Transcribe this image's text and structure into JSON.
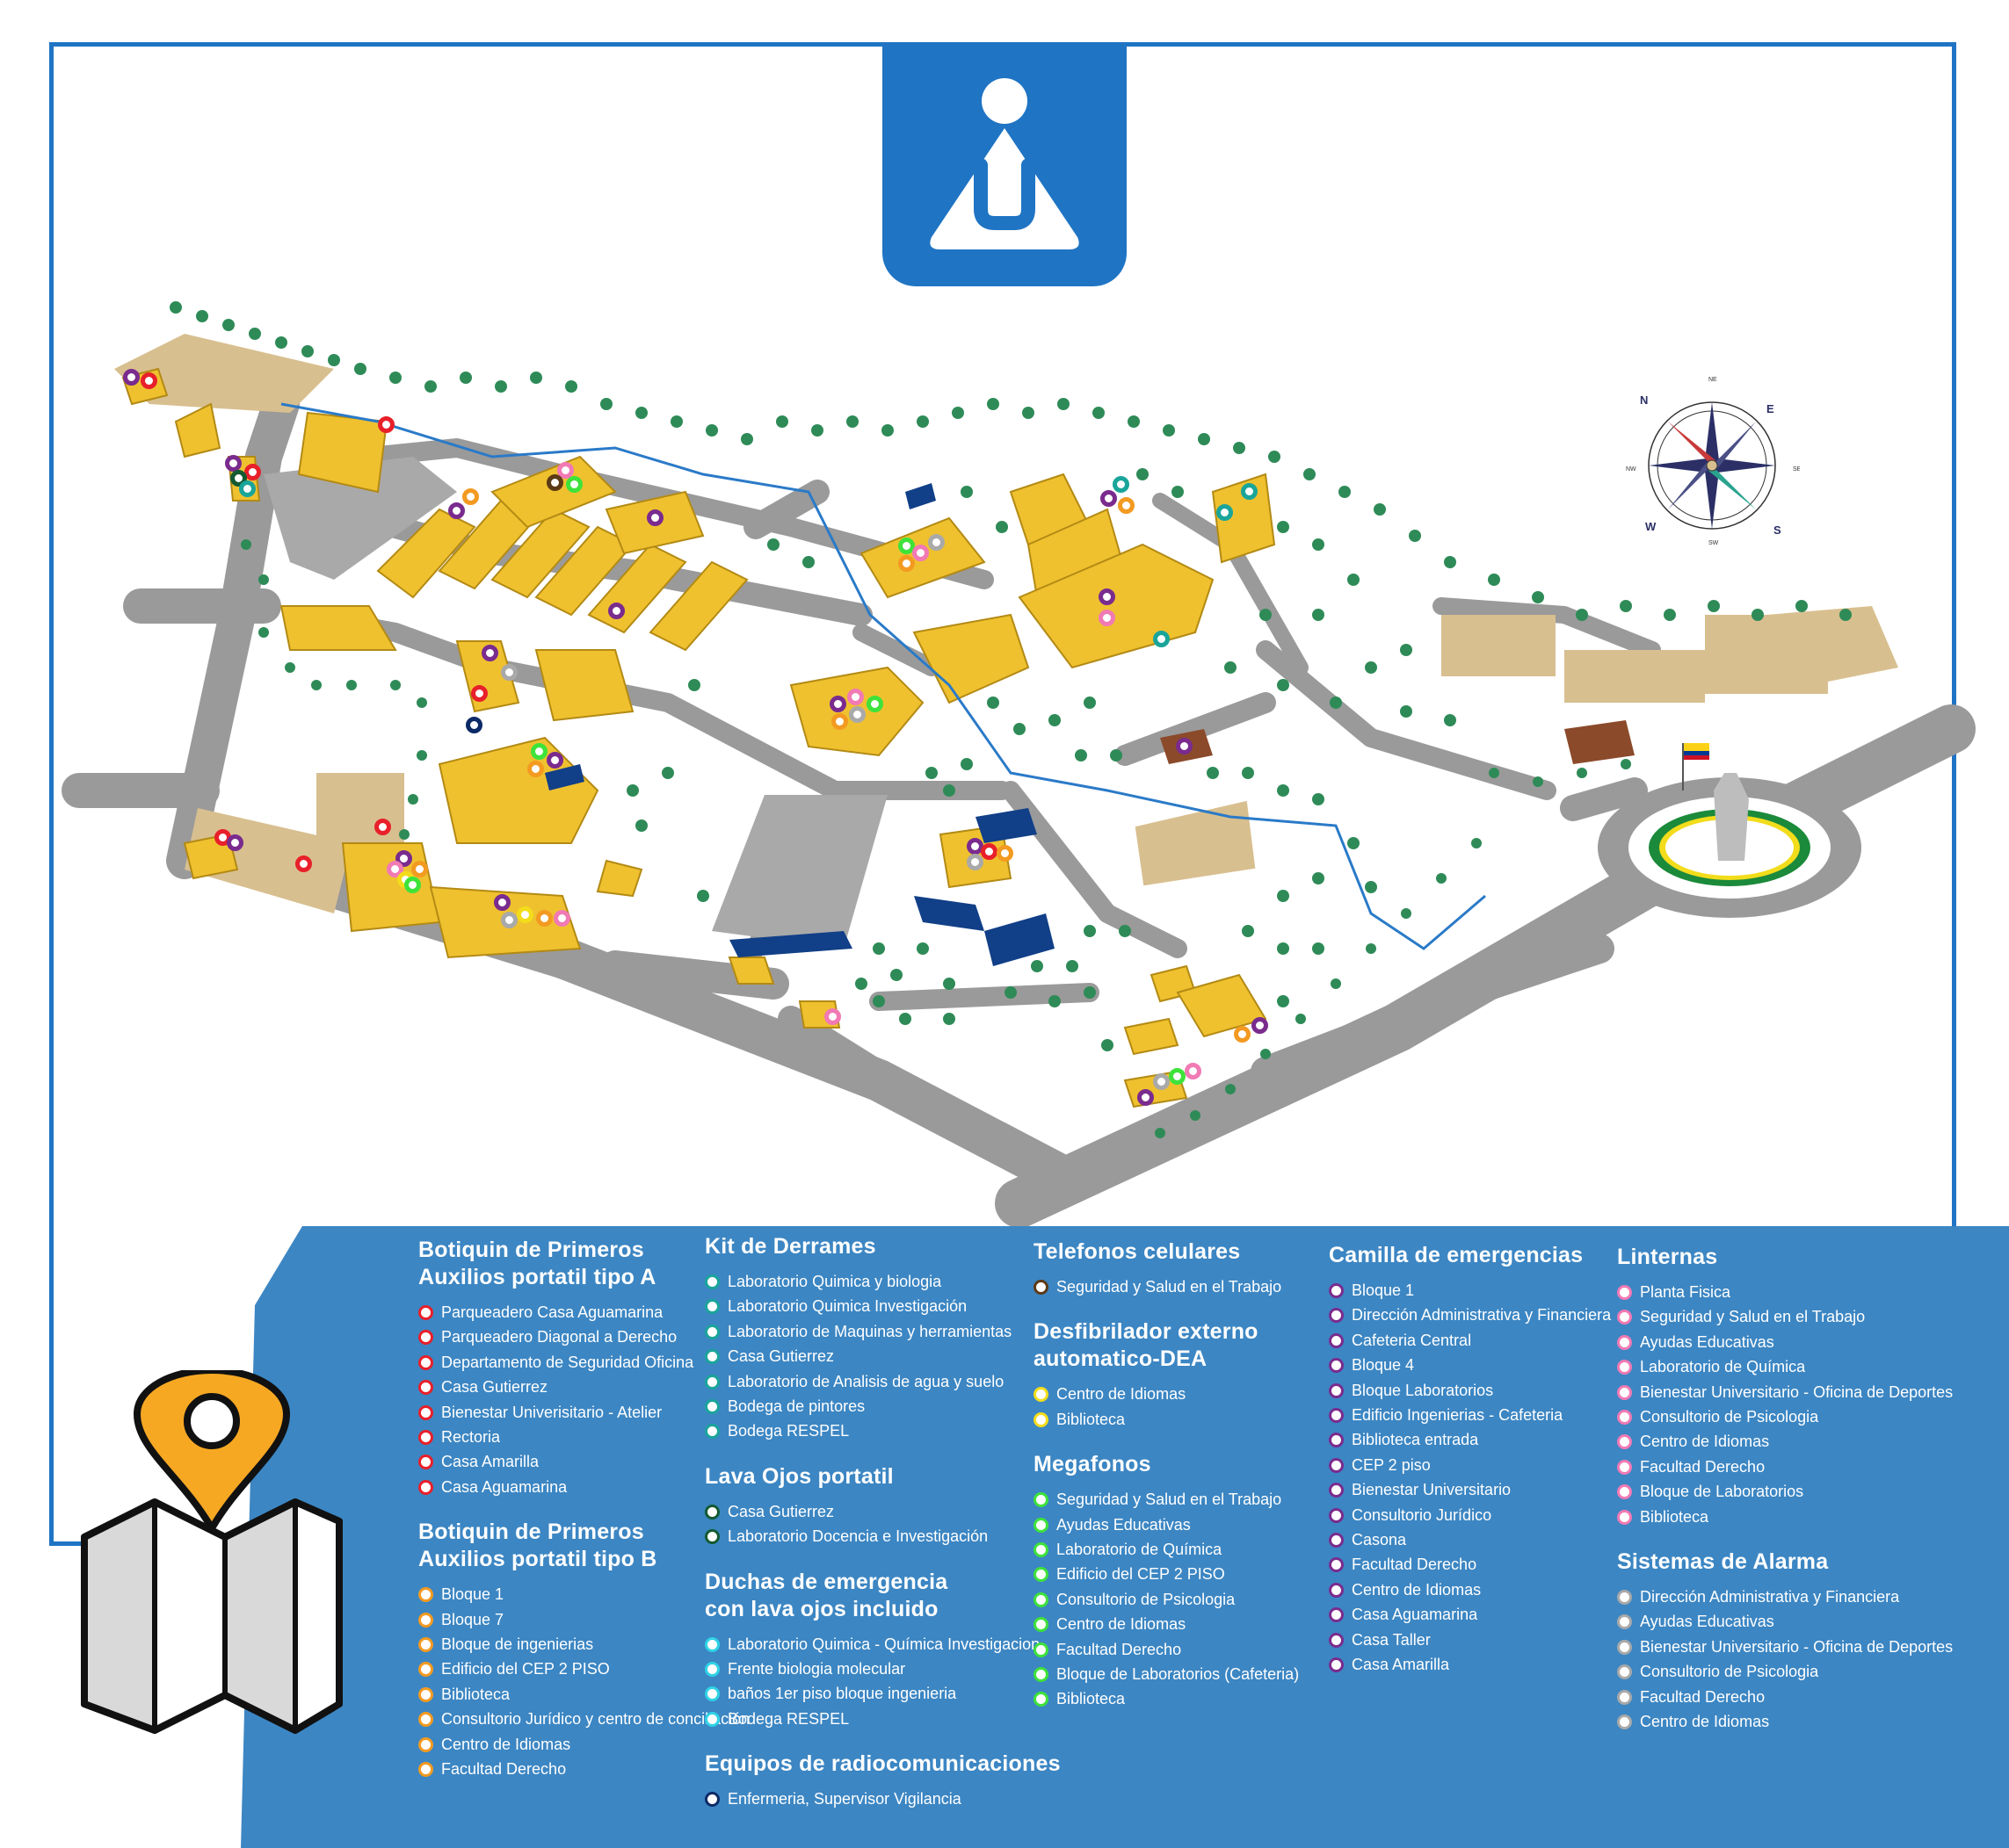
{
  "colors": {
    "brand_blue": "#1f74c4",
    "legend_blue": "#3c86c3",
    "building": "#efc12f",
    "road": "#9a9a9a",
    "tree": "#2e8b57",
    "sand": "#d8bf8f"
  },
  "icons": {
    "logo": "university-logo-icon",
    "compass": "compass-rose-icon",
    "map": "folded-map-pin-icon",
    "flag": "colombia-flag-icon"
  },
  "compass": {
    "n": "N",
    "ne": "NE",
    "e": "E",
    "se": "SE",
    "s": "S",
    "sw": "SW",
    "w": "W",
    "nw": "NW"
  },
  "legend": {
    "col1": [
      {
        "title": "Botiquin de Primeros\nAuxilios portatil tipo A",
        "color": "#e8202a",
        "items": [
          "Parqueadero Casa Aguamarina",
          "Parqueadero Diagonal a Derecho",
          "Departamento de Seguridad Oficina",
          "Casa Gutierrez",
          "Bienestar Univerisitario - Atelier",
          "Rectoria",
          "Casa Amarilla",
          "Casa Aguamarina"
        ]
      },
      {
        "title": "Botiquin de Primeros\nAuxilios portatil tipo B",
        "color": "#f39a21",
        "items": [
          "Bloque 1",
          "Bloque 7",
          "Bloque de ingenierias",
          "Edificio del CEP 2 PISO",
          "Biblioteca",
          "Consultorio Jurídico y centro de conciliación",
          "Centro de Idiomas",
          "Facultad Derecho"
        ]
      }
    ],
    "col2": [
      {
        "title": "Kit de Derrames",
        "color": "#1aa59a",
        "items": [
          "Laboratorio Quimica y biologia",
          "Laboratorio Quimica Investigación",
          "Laboratorio de Maquinas y herramientas",
          "Casa Gutierrez",
          "Laboratorio de Analisis de agua y suelo",
          "Bodega de pintores",
          "Bodega RESPEL"
        ]
      },
      {
        "title": "Lava Ojos portatil",
        "color": "#135a32",
        "items": [
          "Casa Gutierrez",
          "Laboratorio Docencia e Investigación"
        ]
      },
      {
        "title": "Duchas de emergencia\ncon lava ojos incluido",
        "color": "#2fd3e6",
        "items": [
          "Laboratorio Quimica - Química Investigacion",
          "Frente biologia molecular",
          "baños 1er piso bloque ingenieria",
          "Bodega RESPEL"
        ]
      },
      {
        "title": "Equipos de radiocomunicaciones",
        "color": "#0c2a66",
        "items": [
          "Enfermeria, Supervisor Vigilancia"
        ]
      }
    ],
    "col3": [
      {
        "title": "Telefonos celulares",
        "color": "#5c3a15",
        "items": [
          "Seguridad y Salud en el Trabajo"
        ]
      },
      {
        "title": "Desfibrilador externo\nautomatico-DEA",
        "color": "#f3dd1b",
        "items": [
          "Centro de Idiomas",
          "Biblioteca"
        ]
      },
      {
        "title": "Megafonos",
        "color": "#3ee23a",
        "items": [
          "Seguridad y Salud en el Trabajo",
          "Ayudas Educativas",
          "Laboratorio de Química",
          "Edificio del CEP 2 PISO",
          "Consultorio de Psicologia",
          "Centro de Idiomas",
          "Facultad Derecho",
          "Bloque de Laboratorios (Cafeteria)",
          "Biblioteca"
        ]
      }
    ],
    "col4": [
      {
        "title": "Camilla de emergencias",
        "color": "#7a2b8e",
        "items": [
          "Bloque 1",
          "Dirección Administrativa y Financiera",
          "Cafeteria Central",
          "Bloque 4",
          "Bloque Laboratorios",
          "Edificio Ingenierias - Cafeteria",
          "Biblioteca entrada",
          "CEP 2 piso",
          "Bienestar Universitario",
          "Consultorio Jurídico",
          "Casona",
          "Facultad Derecho",
          "Centro de Idiomas",
          "Casa Aguamarina",
          "Casa Taller",
          "Casa Amarilla"
        ]
      }
    ],
    "col5": [
      {
        "title": "Linternas",
        "color": "#f17ab4",
        "items": [
          "Planta Fisica",
          "Seguridad y Salud en el Trabajo",
          "Ayudas Educativas",
          "Laboratorio de Química",
          "Bienestar Universitario - Oficina de Deportes",
          "Consultorio de Psicologia",
          "Centro de Idiomas",
          "Facultad Derecho",
          "Bloque de Laboratorios",
          "Biblioteca"
        ]
      },
      {
        "title": "Sistemas de Alarma",
        "color": "#a9a9a9",
        "items": [
          "Dirección Administrativa y Financiera",
          "Ayudas Educativas",
          "Bienestar Universitario - Oficina de Deportes",
          "Consultorio de Psicologia",
          "Facultad Derecho",
          "Centro de Idiomas"
        ]
      }
    ]
  }
}
